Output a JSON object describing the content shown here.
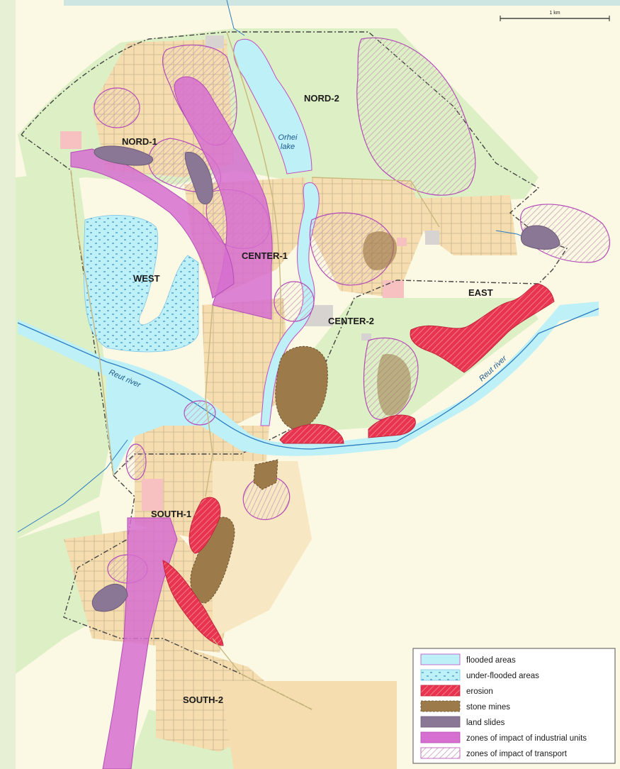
{
  "scale": {
    "label": "1 km"
  },
  "districts": {
    "nord1": "NORD-1",
    "nord2": "NORD-2",
    "west": "WEST",
    "center1": "CENTER-1",
    "center2": "CENTER-2",
    "east": "EAST",
    "south1": "SOUTH-1",
    "south2": "SOUTH-2"
  },
  "water": {
    "lake_line1": "Orhei",
    "lake_line2": "lake",
    "river_west": "Reut river",
    "river_east": "Reut river"
  },
  "legend": {
    "items": [
      {
        "label": "flooded areas",
        "color": "#bdf0f7"
      },
      {
        "label": "under-flooded areas",
        "color": "#bdf0f7"
      },
      {
        "label": "erosion",
        "color": "#e8344e"
      },
      {
        "label": "stone mines",
        "color": "#9c7a4a"
      },
      {
        "label": "land slides",
        "color": "#8a7796"
      },
      {
        "label": "zones of impact of industrial units",
        "color": "#d66fd0"
      },
      {
        "label": "zones of impact of transport",
        "color": "#ffffff"
      }
    ]
  },
  "colors": {
    "background": "#fbf8e3",
    "green_area": "#ddefc4",
    "urban": "#f5ddb0",
    "water": "#bdf0f7",
    "river_line": "#2b7bc0",
    "boundary": "#444444"
  }
}
